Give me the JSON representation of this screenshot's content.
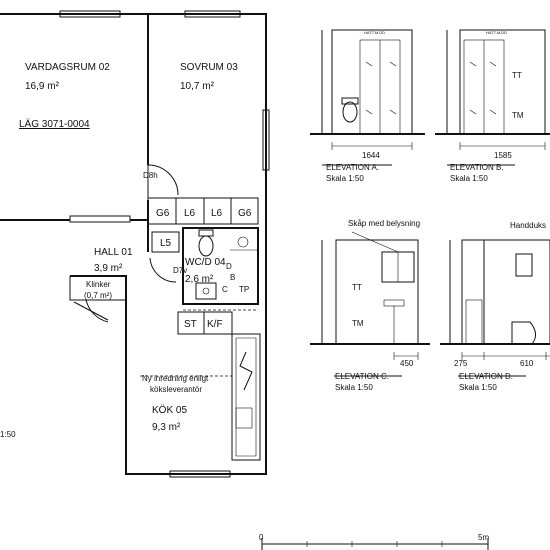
{
  "rooms": {
    "vardagsrum": {
      "name": "VARDAGSRUM 02",
      "area": "16,9 m²"
    },
    "sovrum": {
      "name": "SOVRUM 03",
      "area": "10,7 m²"
    },
    "hall": {
      "name": "HALL 01",
      "area": "3,9 m²"
    },
    "wc": {
      "name": "WC/D 04",
      "area": "2,6 m²"
    },
    "kok": {
      "name": "KÖK 05",
      "area": "9,3 m²"
    },
    "klinker": {
      "name": "Klinker",
      "area": "(0,7 m²)"
    }
  },
  "apartment_id": "LÄG 3071-0004",
  "door_labels": {
    "d8h": "D8h",
    "d7v": "D7v"
  },
  "wardrobes": [
    "G6",
    "L6",
    "L6",
    "G6"
  ],
  "hall_cabinet": "L5",
  "kitchen_units": {
    "st": "ST",
    "kf": "K/F"
  },
  "bath_fixtures": {
    "tt": "TT",
    "tm": "TM",
    "b": "B",
    "c": "C",
    "tp": "TP",
    "d": "D"
  },
  "kitchen_note": [
    "Ny inredning enligt",
    "köksleverantör"
  ],
  "left_scale_fragment": "1:50",
  "scale_bar": {
    "zero": "0",
    "five": "5m"
  },
  "elevations": [
    {
      "title": "ELEVATION A.",
      "scale": "Skala 1:50",
      "dimension": "1644"
    },
    {
      "title": "ELEVATION B.",
      "scale": "Skala 1:50",
      "dimension": "1585",
      "labels": [
        "TT",
        "TM"
      ]
    },
    {
      "title": "ELEVATION C.",
      "scale": "Skala 1:50",
      "dimension": "450",
      "callout": "Skåp med belysning",
      "labels": [
        "TT",
        "TM"
      ]
    },
    {
      "title": "ELEVATION D.",
      "scale": "Skala 1:50",
      "dimensions": [
        "275",
        "610"
      ],
      "callout": "Handduks"
    }
  ],
  "colors": {
    "ink": "#111111",
    "background": "#ffffff"
  }
}
